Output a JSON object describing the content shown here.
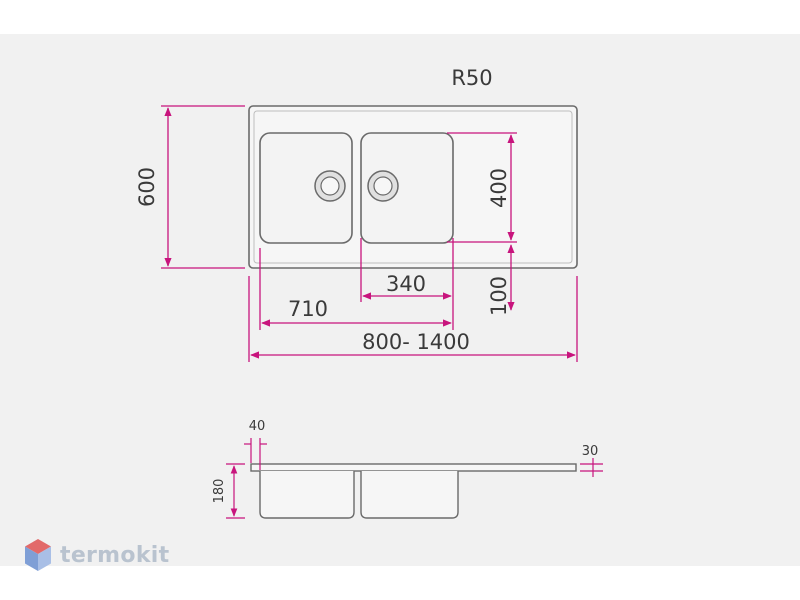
{
  "colors": {
    "dimension": "#c8147d",
    "outline": "#6a6a6a",
    "text": "#3a3a3a",
    "logo_red": "#e26a6a",
    "logo_blue": "#7f9fd6",
    "logo_text": "#b9c3cf"
  },
  "top_view": {
    "radius_label": "R50",
    "depth_label": "600",
    "bowl_depth_label": "400",
    "bowl_width_label": "340",
    "bottom_margin_label": "100",
    "bowls_span_label": "710",
    "total_length_label": "800- 1400"
  },
  "side_view": {
    "edge_label": "40",
    "thickness_label": "30",
    "bowl_height_label": "180"
  },
  "watermark": {
    "brand": "termokit",
    "icon": "hexagon-logo-icon"
  }
}
